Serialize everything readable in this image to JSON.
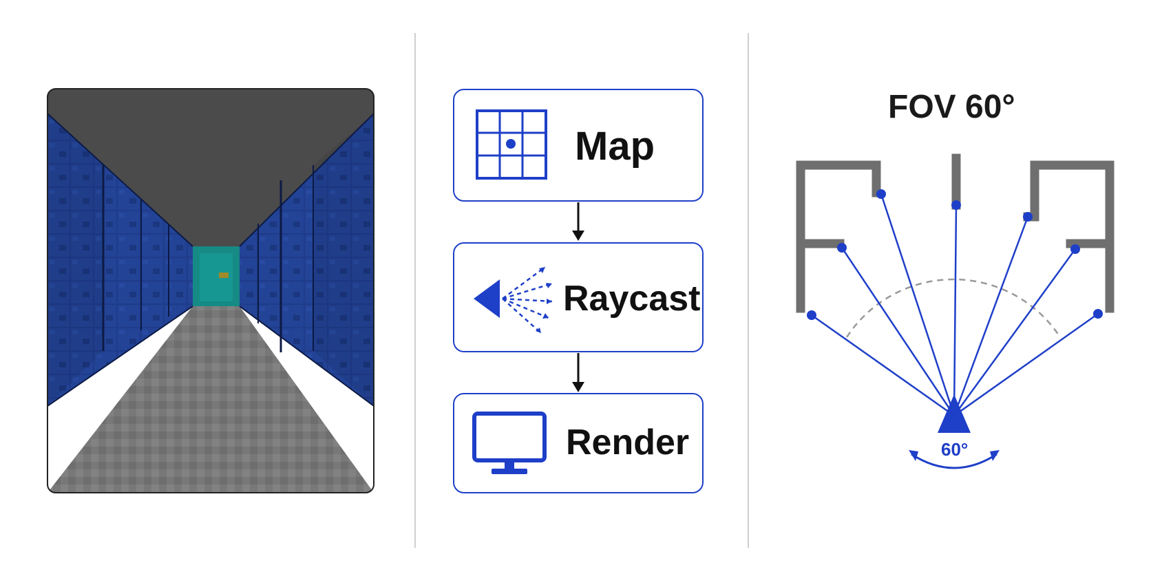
{
  "pipeline": {
    "steps": [
      {
        "label": "Map",
        "icon": "grid-map-icon"
      },
      {
        "label": "Raycast",
        "icon": "raycast-icon"
      },
      {
        "label": "Render",
        "icon": "monitor-icon"
      }
    ]
  },
  "fov": {
    "title": "FOV 60°",
    "angle_label": "60°"
  },
  "colors": {
    "accent": "#1e3fc8",
    "wall": "#1f3b8a",
    "wall_dark": "#122661",
    "ceiling": "#4a4a4a",
    "floor": "#7a7a7a",
    "door": "#168a85",
    "map_wall": "#6f6f6f"
  }
}
